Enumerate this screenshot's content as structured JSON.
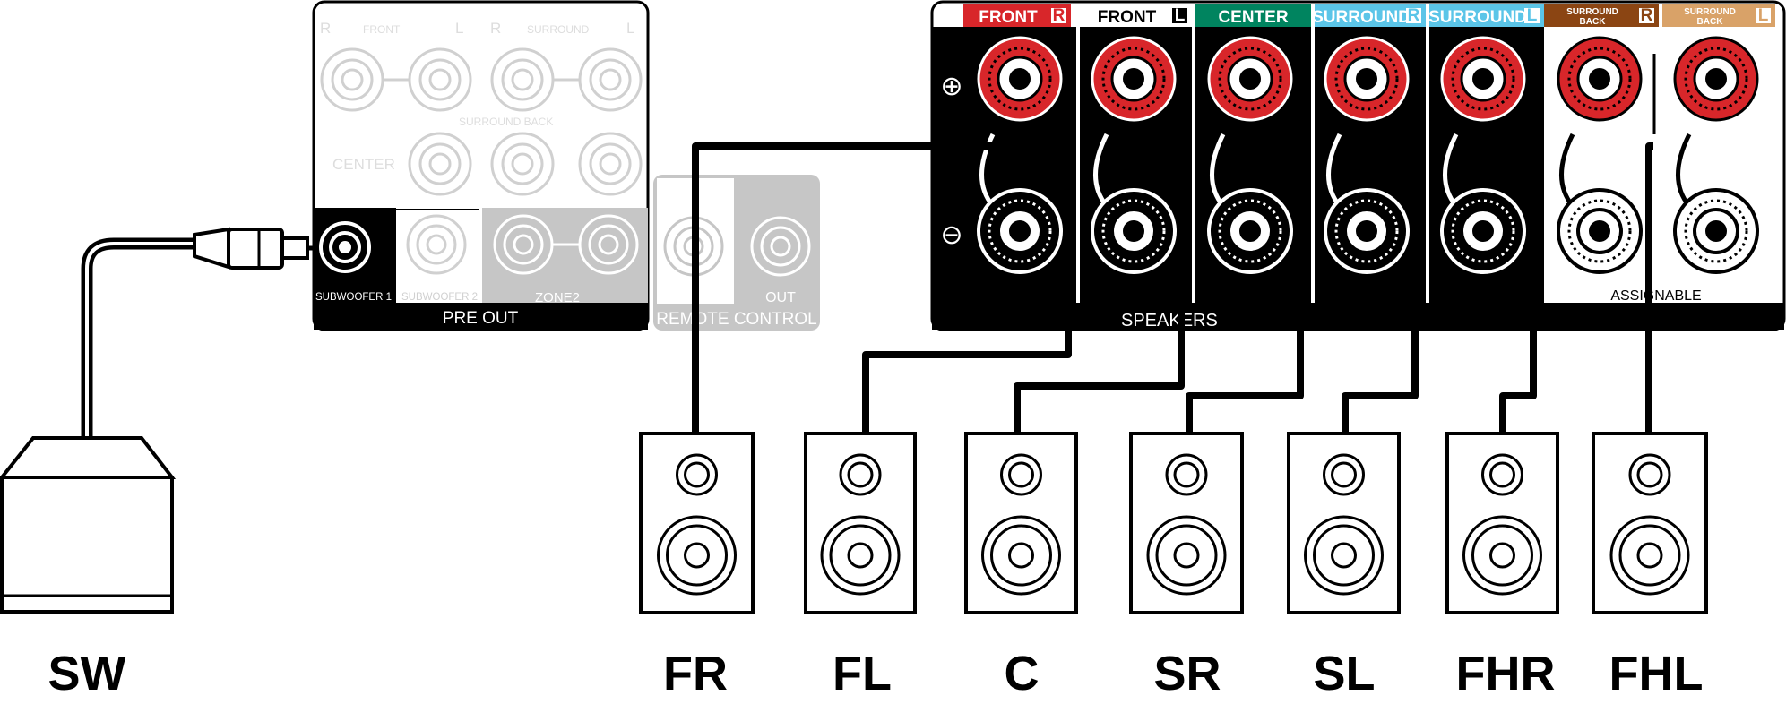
{
  "pre_out": {
    "front_label": "FRONT",
    "surround_label": "SURROUND",
    "surround_back_label": "SURROUND BACK",
    "center_label": "CENTER",
    "r_label": "R",
    "l_label": "L",
    "subwoofer1_label": "SUBWOOFER 1",
    "subwoofer2_label": "SUBWOOFER 2",
    "zone2_label": "ZONE2",
    "footer_label": "PRE OUT"
  },
  "remote_control": {
    "out_label": "OUT",
    "footer_label": "REMOTE CONTROL"
  },
  "speakers_panel": {
    "footer_label": "SPEAKERS",
    "assignable_label": "ASSIGNABLE",
    "channels": [
      {
        "name": "FRONT",
        "side": "R",
        "color": "#d8262a"
      },
      {
        "name": "FRONT",
        "side": "L",
        "color": "#ffffff"
      },
      {
        "name": "CENTER",
        "side": "",
        "color": "#00845f"
      },
      {
        "name": "SURROUND",
        "side": "R",
        "color": "#5bc5e8"
      },
      {
        "name": "SURROUND",
        "side": "L",
        "color": "#5bc5e8"
      },
      {
        "name": "SURROUND BACK",
        "side": "R",
        "color": "#8b4513"
      },
      {
        "name": "SURROUND BACK",
        "side": "L",
        "color": "#d9a268"
      }
    ]
  },
  "speakers": [
    "SW",
    "FR",
    "FL",
    "C",
    "SR",
    "SL",
    "FHR",
    "FHL"
  ],
  "colors": {
    "outline": "#000000",
    "terminal_red": "#d8262a",
    "gray": "#c6c6c6",
    "light_gray": "#dddddd"
  }
}
